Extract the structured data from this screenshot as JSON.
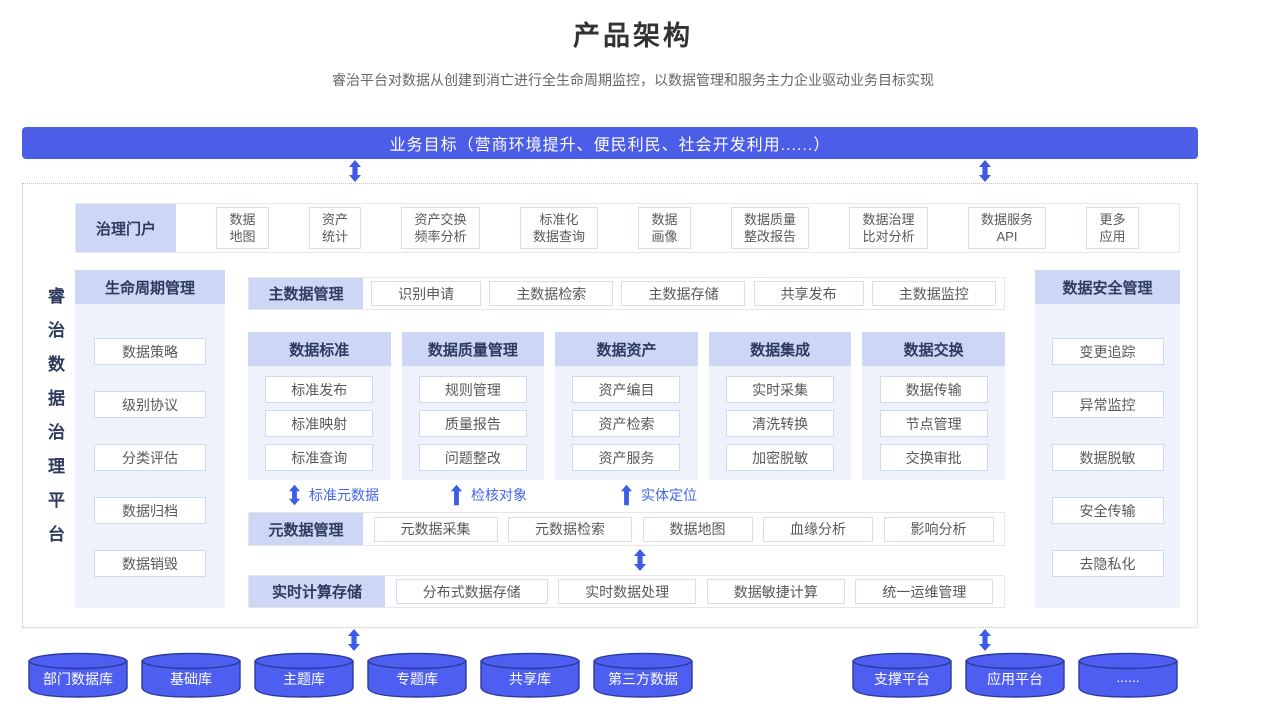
{
  "page": {
    "title": "产品架构",
    "subtitle": "睿治平台对数据从创建到消亡进行全生命周期监控，以数据管理和服务主力企业驱动业务目标实现"
  },
  "banner": {
    "label": "业务目标（营商环境提升、便民利民、社会开发利用......）"
  },
  "platform_label": "睿治数据治理平台",
  "portal_row": {
    "header": "治理门户",
    "items": [
      "数据\n地图",
      "资产\n统计",
      "资产交换\n频率分析",
      "标准化\n数据查询",
      "数据\n画像",
      "数据质量\n整改报告",
      "数据治理\n比对分析",
      "数据服务\nAPI",
      "更多\n应用"
    ]
  },
  "lifecycle_column": {
    "header": "生命周期管理",
    "items": [
      "数据策略",
      "级别协议",
      "分类评估",
      "数据归档",
      "数据销毁"
    ]
  },
  "security_column": {
    "header": "数据安全管理",
    "items": [
      "变更追踪",
      "异常监控",
      "数据脱敏",
      "安全传输",
      "去隐私化"
    ]
  },
  "master_row": {
    "header": "主数据管理",
    "items": [
      "识别申请",
      "主数据检索",
      "主数据存储",
      "共享发布",
      "主数据监控"
    ]
  },
  "module_columns": [
    {
      "header": "数据标准",
      "items": [
        "标准发布",
        "标准映射",
        "标准查询"
      ]
    },
    {
      "header": "数据质量管理",
      "items": [
        "规则管理",
        "质量报告",
        "问题整改"
      ]
    },
    {
      "header": "数据资产",
      "items": [
        "资产编目",
        "资产检索",
        "资产服务"
      ]
    },
    {
      "header": "数据集成",
      "items": [
        "实时采集",
        "清洗转换",
        "加密脱敏"
      ]
    },
    {
      "header": "数据交换",
      "items": [
        "数据传输",
        "节点管理",
        "交换审批"
      ]
    }
  ],
  "flow_labels": [
    {
      "label": "标准元数据",
      "arrow": "double"
    },
    {
      "label": "检核对象",
      "arrow": "up"
    },
    {
      "label": "实体定位",
      "arrow": "up"
    }
  ],
  "metadata_row": {
    "header": "元数据管理",
    "items": [
      "元数据采集",
      "元数据检索",
      "数据地图",
      "血缘分析",
      "影响分析"
    ]
  },
  "realtime_row": {
    "header": "实时计算存储",
    "items": [
      "分布式数据存储",
      "实时数据处理",
      "数据敏捷计算",
      "统一运维管理"
    ]
  },
  "databases": [
    "部门数据库",
    "基础库",
    "主题库",
    "专题库",
    "共享库",
    "第三方数据"
  ],
  "platforms": [
    "支撑平台",
    "应用平台",
    "......"
  ],
  "colors": {
    "banner_blue": "#4c5de8",
    "header_cell_blue": "#cdd7f5",
    "panel_bg": "#eef2fb",
    "box_border": "#d5ddf3",
    "arrow_blue": "#3d5ce5",
    "flow_text_blue": "#4565e8",
    "cylinder_fill": "#4d5ef0",
    "cylinder_stroke": "#2c3a9e",
    "navy_text": "#2f3a5f"
  }
}
